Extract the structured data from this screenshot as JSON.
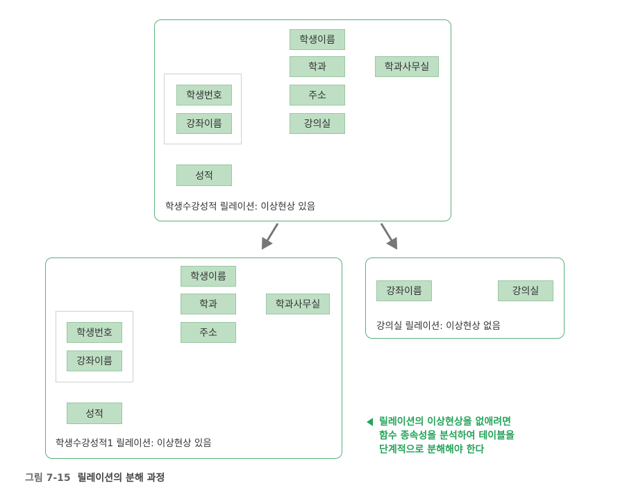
{
  "top": {
    "nodes": {
      "student_no": "학생번호",
      "course_name": "강좌이름",
      "student_name": "학생이름",
      "department": "학과",
      "dept_office": "학과사무실",
      "address": "주소",
      "classroom": "강의실",
      "grade": "성적"
    },
    "caption": "학생수강성적 릴레이션: 이상현상 있음"
  },
  "bottom_left": {
    "nodes": {
      "student_no": "학생번호",
      "course_name": "강좌이름",
      "student_name": "학생이름",
      "department": "학과",
      "dept_office": "학과사무실",
      "address": "주소",
      "grade": "성적"
    },
    "caption": "학생수강성적1 릴레이션: 이상현상 있음"
  },
  "bottom_right": {
    "nodes": {
      "course_name": "강좌이름",
      "classroom": "강의실"
    },
    "caption": "강의실 릴레이션: 이상현상 없음"
  },
  "note": {
    "line1": "릴레이션의 이상현상을 없애려면",
    "line2": "함수 종속성을 분석하여 테이블을",
    "line3": "단계적으로 분해해야 한다"
  },
  "figure_caption": {
    "number": "그림 7-15",
    "title": "릴레이션의 분해 과정"
  },
  "colors": {
    "panel_border": "#57b07a",
    "node_fill": "#bfdfc4",
    "note_text": "#25a35a"
  }
}
